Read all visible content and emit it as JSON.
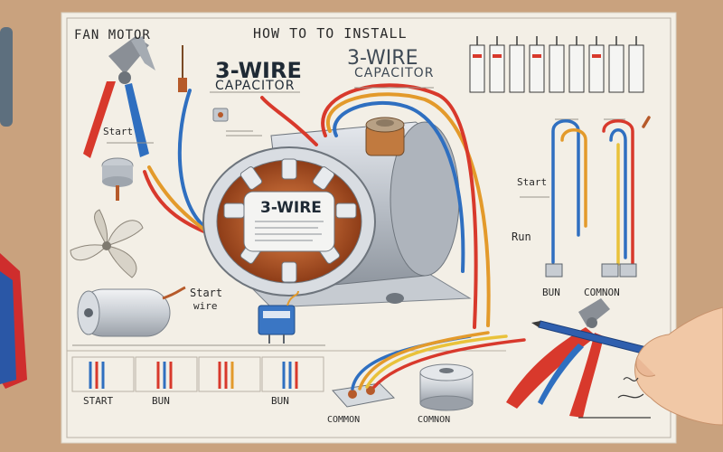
{
  "header": {
    "left_title": "FAN MOTOR",
    "center_title": "HOW TO TO INSTALL",
    "main_title_line1": "3-WIRE",
    "main_title_line2": "CAPACITOR",
    "secondary_title_line1": "3-WIRE",
    "secondary_title_line2": "CAPACITOR"
  },
  "motor": {
    "badge": "3-WIRE"
  },
  "labels": {
    "start_top_left": "Start",
    "start_middle_left": "Start",
    "start_middle_left_2": "wire",
    "start_right": "Start",
    "run_right": "Run",
    "bun_right": "BUN",
    "common_right": "COMNON",
    "start_bottom": "START",
    "bun_bottom_1": "BUN",
    "bun_bottom_2": "BUN",
    "common_bottom_1": "COMMON",
    "common_bottom_2": "COMNON"
  },
  "colors": {
    "paper": "#f3efe6",
    "wire_red": "#d8392c",
    "wire_blue": "#2f6fc0",
    "wire_orange": "#e39a2b",
    "wire_yellow": "#e9c23a",
    "copper": "#b65a2a",
    "metal": "#b8bec6"
  },
  "icons": [
    "pliers-icon",
    "fan-blade-icon",
    "capacitor-icon",
    "terminal-block-icon",
    "pencil-icon",
    "hand-icon"
  ]
}
